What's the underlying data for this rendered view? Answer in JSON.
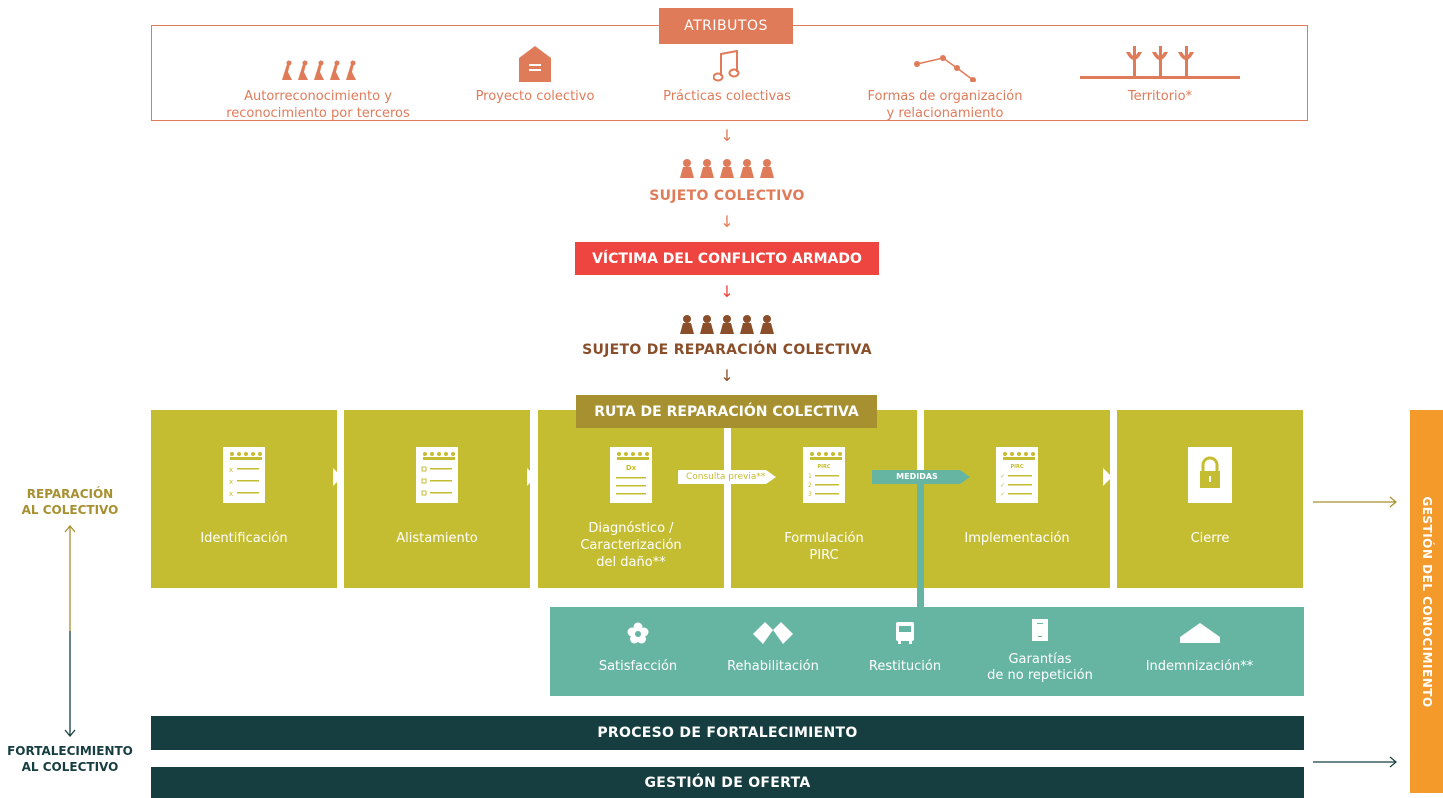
{
  "atributos": {
    "title": "ATRIBUTOS",
    "items": [
      {
        "label": "Autorreconocimiento y\nreconocimiento por terceros",
        "icon": "people-group-icon"
      },
      {
        "label": "Proyecto colectivo",
        "icon": "house-icon"
      },
      {
        "label": "Prácticas colectivas",
        "icon": "music-note-icon"
      },
      {
        "label": "Formas de organización\ny relacionamiento",
        "icon": "network-icon"
      },
      {
        "label": "Territorio*",
        "icon": "plants-icon"
      }
    ]
  },
  "flow": {
    "sujeto_colectivo": "SUJETO COLECTIVO",
    "victima": "VÍCTIMA DEL CONFLICTO ARMADO",
    "sujeto_reparacion": "SUJETO DE REPARACIÓN COLECTIVA",
    "ruta": "RUTA DE REPARACIÓN COLECTIVA"
  },
  "steps": [
    {
      "label": "Identificación",
      "doc": ""
    },
    {
      "label": "Alistamiento",
      "doc": ""
    },
    {
      "label": "Diagnóstico /\nCaracterización\ndel daño**",
      "doc": "Dx"
    },
    {
      "label": "Formulación\nPIRC",
      "doc": "PIRC"
    },
    {
      "label": "Implementación",
      "doc": "PIRC"
    },
    {
      "label": "Cierre",
      "doc": ""
    }
  ],
  "consulta": "Consulta previa**",
  "medidas_tag": "MEDIDAS",
  "medidas": [
    {
      "label": "Satisfacción",
      "icon": "flower-icon"
    },
    {
      "label": "Rehabilitación",
      "icon": "hands-icon"
    },
    {
      "label": "Restitución",
      "icon": "bus-icon"
    },
    {
      "label": "Garantías\nde no repetición",
      "icon": "document-icon"
    },
    {
      "label": "Indemnización**",
      "icon": "roof-icon"
    }
  ],
  "side": {
    "reparacion": "REPARACIÓN\nAL COLECTIVO",
    "fortalecimiento": "FORTALECIMIENTO\nAL COLECTIVO"
  },
  "bars": {
    "proceso": "PROCESO DE FORTALECIMIENTO",
    "oferta": "GESTIÓN DE OFERTA"
  },
  "gestion_conocimiento": "GESTIÓN DEL CONOCIMIENTO",
  "colors": {
    "orange": "#e07b5a",
    "red": "#ee4540",
    "brown": "#8a4f2a",
    "olive": "#c5bd31",
    "ruta": "#a7902f",
    "teal": "#66b5a3",
    "dark": "#163e40",
    "gestion": "#f39a2b"
  }
}
